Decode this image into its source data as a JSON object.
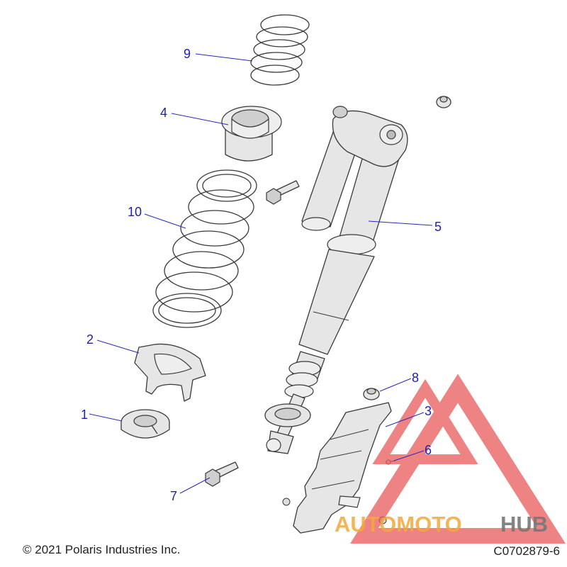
{
  "callouts": [
    {
      "id": "1",
      "label": "1"
    },
    {
      "id": "2",
      "label": "2"
    },
    {
      "id": "3",
      "label": "3"
    },
    {
      "id": "4",
      "label": "4"
    },
    {
      "id": "5",
      "label": "5"
    },
    {
      "id": "6",
      "label": "6"
    },
    {
      "id": "7",
      "label": "7"
    },
    {
      "id": "8",
      "label": "8"
    },
    {
      "id": "9",
      "label": "9"
    },
    {
      "id": "10",
      "label": "10"
    }
  ],
  "footer": {
    "copyright": "© 2021 Polaris Industries Inc.",
    "drawing_number": "C0702879-6"
  },
  "watermark": {
    "brand_part1": "AUTOMOTO",
    "brand_part2": "HUB",
    "color_red": "#e85a5a",
    "color_orange": "#f2a93b",
    "color_gray": "#777777"
  },
  "colors": {
    "callout_text": "#1f1fa8",
    "leader_line": "#2a2ab8",
    "part_fill": "#e6e6e6",
    "outline": "#3a3a3a"
  }
}
